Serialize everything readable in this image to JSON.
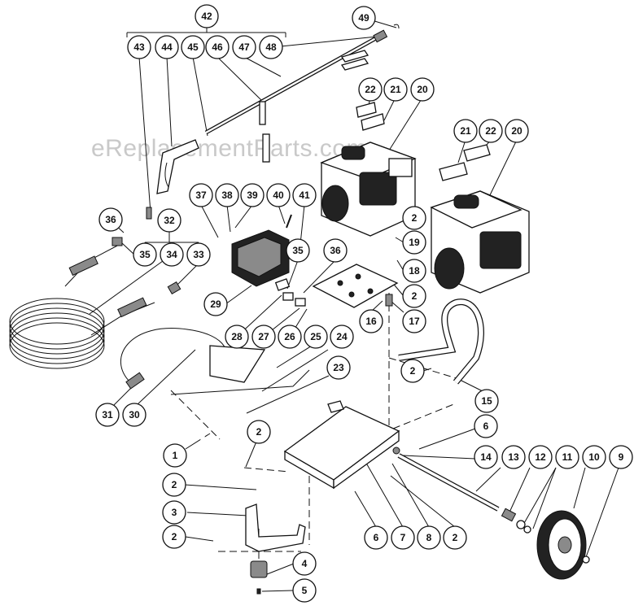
{
  "watermark": "eReplacementParts.com",
  "callouts": [
    "1",
    "2",
    "3",
    "4",
    "5",
    "6",
    "7",
    "8",
    "9",
    "10",
    "11",
    "12",
    "13",
    "14",
    "15",
    "16",
    "17",
    "18",
    "19",
    "20",
    "21",
    "22",
    "23",
    "24",
    "25",
    "26",
    "27",
    "28",
    "29",
    "30",
    "31",
    "32",
    "33",
    "34",
    "35",
    "36",
    "37",
    "38",
    "39",
    "40",
    "41",
    "42",
    "43",
    "44",
    "45",
    "46",
    "47",
    "48",
    "49"
  ],
  "labels": {
    "c42": "42",
    "c43": "43",
    "c44": "44",
    "c45": "45",
    "c46": "46",
    "c47": "47",
    "c48": "48",
    "c49": "49",
    "c22a": "22",
    "c21a": "21",
    "c20a": "20",
    "c21b": "21",
    "c22b": "22",
    "c20b": "20",
    "c36a": "36",
    "c32": "32",
    "c35a": "35",
    "c34": "34",
    "c33": "33",
    "c37": "37",
    "c38": "38",
    "c39": "39",
    "c40": "40",
    "c41": "41",
    "c35b": "35",
    "c36b": "36",
    "c29": "29",
    "c28": "28",
    "c27": "27",
    "c26": "26",
    "c25": "25",
    "c24": "24",
    "c23": "23",
    "c2a": "2",
    "c19": "19",
    "c18": "18",
    "c2b": "2",
    "c16": "16",
    "c17": "17",
    "c2c": "2",
    "c15": "15",
    "c31": "31",
    "c30": "30",
    "c1": "1",
    "c2d": "2",
    "c6a": "6",
    "c14": "14",
    "c13": "13",
    "c12": "12",
    "c11": "11",
    "c10": "10",
    "c9": "9",
    "c2e": "2",
    "c3": "3",
    "c2f": "2",
    "c4": "4",
    "c5": "5",
    "c6b": "6",
    "c7": "7",
    "c8": "8",
    "c2g": "2"
  }
}
